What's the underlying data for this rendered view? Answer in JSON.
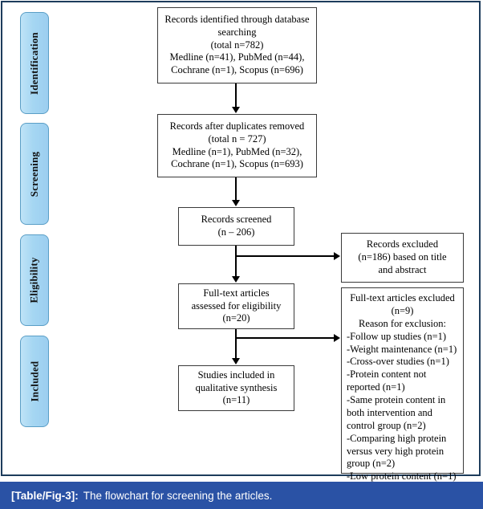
{
  "figure": {
    "caption_tag": "[Table/Fig-3]:",
    "caption_text": "The flowchart for screening the articles.",
    "caption_bar_color": "#2a52a5",
    "stage_pill_color": "#a5d6f2",
    "frame_color": "#1d3c5c"
  },
  "stages": [
    {
      "label": "Identification"
    },
    {
      "label": "Screening"
    },
    {
      "label": "Eligibility"
    },
    {
      "label": "Included"
    }
  ],
  "boxes": {
    "identified": {
      "lines": [
        "Records identified through database",
        "searching",
        "(total n=782)",
        "Medline (n=41), PubMed (n=44),",
        "Cochrane (n=1), Scopus (n=696)"
      ]
    },
    "duplicates_removed": {
      "lines": [
        "Records after duplicates removed",
        "(total n = 727)",
        "Medline (n=1), PubMed (n=32),",
        "Cochrane (n=1), Scopus (n=693)"
      ]
    },
    "screened": {
      "lines": [
        "Records screened",
        "(n – 206)"
      ]
    },
    "fulltext_assessed": {
      "lines": [
        "Full-text articles",
        "assessed for eligibility",
        "(n=20)"
      ]
    },
    "included_studies": {
      "lines": [
        "Studies included in",
        "qualitative synthesis",
        "(n=11)"
      ]
    },
    "records_excluded": {
      "lines": [
        "Records excluded",
        "(n=186) based on title",
        "and abstract"
      ]
    },
    "fulltext_excluded": {
      "header": [
        "Full-text articles excluded",
        "(n=9)",
        "Reason for exclusion:"
      ],
      "reasons": [
        "-Follow up studies (n=1)",
        "-Weight maintenance (n=1)",
        "-Cross-over studies (n=1)",
        "-Protein content not",
        "reported (n=1)",
        "-Same protein content in",
        "both intervention and",
        "control group (n=2)",
        "-Comparing high protein",
        "versus very high protein",
        "group (n=2)",
        "-Low protein content (n=1)"
      ]
    }
  }
}
